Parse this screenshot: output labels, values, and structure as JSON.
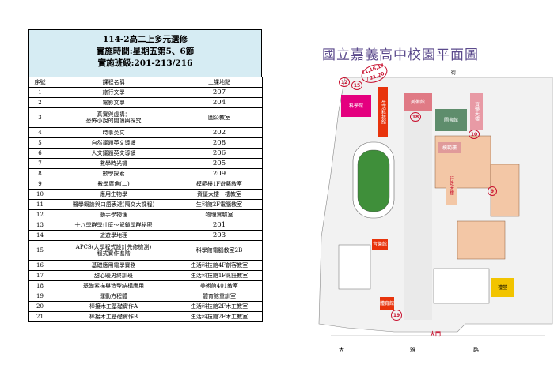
{
  "header": {
    "title": "114-2高二上多元選修",
    "time": "實施時間:星期五第5、6節",
    "classes": "實施班級:201-213/216"
  },
  "table": {
    "columns": [
      "序號",
      "課程名稱",
      "上課地點"
    ],
    "rows": [
      {
        "no": "1",
        "course": "旅行文學",
        "course2": "",
        "loc": "207"
      },
      {
        "no": "2",
        "course": "電影文學",
        "course2": "",
        "loc": "204"
      },
      {
        "no": "3",
        "course": "真實與虛構：",
        "course2": "恐怖小說的閱讀與探究",
        "loc": "圖公教室"
      },
      {
        "no": "4",
        "course": "時事英文",
        "course2": "",
        "loc": "202"
      },
      {
        "no": "5",
        "course": "自然議題英文導讀",
        "course2": "",
        "loc": "208"
      },
      {
        "no": "6",
        "course": "人文議題英文導讀",
        "course2": "",
        "loc": "206"
      },
      {
        "no": "7",
        "course": "數學時光機",
        "course2": "",
        "loc": "205"
      },
      {
        "no": "8",
        "course": "數學探索",
        "course2": "",
        "loc": "209"
      },
      {
        "no": "9",
        "course": "數學廣角(二)",
        "course2": "",
        "loc": "模範樓1F遊藝教室"
      },
      {
        "no": "10",
        "course": "應用生物學",
        "course2": "",
        "loc": "資優大樓一樓教室"
      },
      {
        "no": "11",
        "course": "醫學概論與口語表達(隔交大課程)",
        "course2": "",
        "loc": "生科館2F電腦教室"
      },
      {
        "no": "12",
        "course": "動手學物理",
        "course2": "",
        "loc": "物理實驗室"
      },
      {
        "no": "13",
        "course": "十八學群學什麼～解鎖學群秘密",
        "course2": "",
        "loc": "201"
      },
      {
        "no": "14",
        "course": "旅遊學地理",
        "course2": "",
        "loc": "203"
      },
      {
        "no": "15",
        "course": "APCS(大學程式設計先修檢測)",
        "course2": "程式實作進階",
        "loc": "科學館電腦教室2B"
      },
      {
        "no": "16",
        "course": "基礎應用電學實務",
        "course2": "",
        "loc": "生活科技館4F創客教室"
      },
      {
        "no": "17",
        "course": "甜心暖男終訓班",
        "course2": "",
        "loc": "生活科技館1F烹飪教室"
      },
      {
        "no": "18",
        "course": "基礎素描與造型結構應用",
        "course2": "",
        "loc": "美術館401教室"
      },
      {
        "no": "19",
        "course": "運動方程體",
        "course2": "",
        "loc": "體育館重訓室"
      },
      {
        "no": "20",
        "course": "棒接木工基礎實作A",
        "course2": "",
        "loc": "生活科技館2F木工教室"
      },
      {
        "no": "21",
        "course": "棒接木工基礎實作B",
        "course2": "",
        "loc": "生活科技館2F木工教室"
      }
    ]
  },
  "map": {
    "title": "國立嘉義高中校園平面圖",
    "handwritten_note": "11,16,17 / 21,20",
    "buildings": {
      "science": "科學館",
      "tech": "生活科技館",
      "art": "美術館",
      "library": "圖書館",
      "gifted": "資優大樓",
      "model": "模範樓",
      "admin": "行政大樓",
      "gym": "體育館",
      "music": "音樂館",
      "auditorium": "禮堂"
    },
    "streets": {
      "top": "街",
      "bottom_left": "大",
      "bottom_mid": "雅",
      "bottom_right": "路"
    },
    "gate": "大門",
    "markers": [
      "12",
      "15",
      "18",
      "10",
      "9",
      "19"
    ]
  },
  "colors": {
    "header_bg": "#d6ecf3",
    "map_title": "#5b4a8c",
    "science": "#e4007f",
    "tech": "#e8340c",
    "art": "#e07a85",
    "library": "#5e8d6c",
    "gifted": "#e89aa5",
    "field": "#3f8f3a",
    "ink": "#c8102e"
  }
}
